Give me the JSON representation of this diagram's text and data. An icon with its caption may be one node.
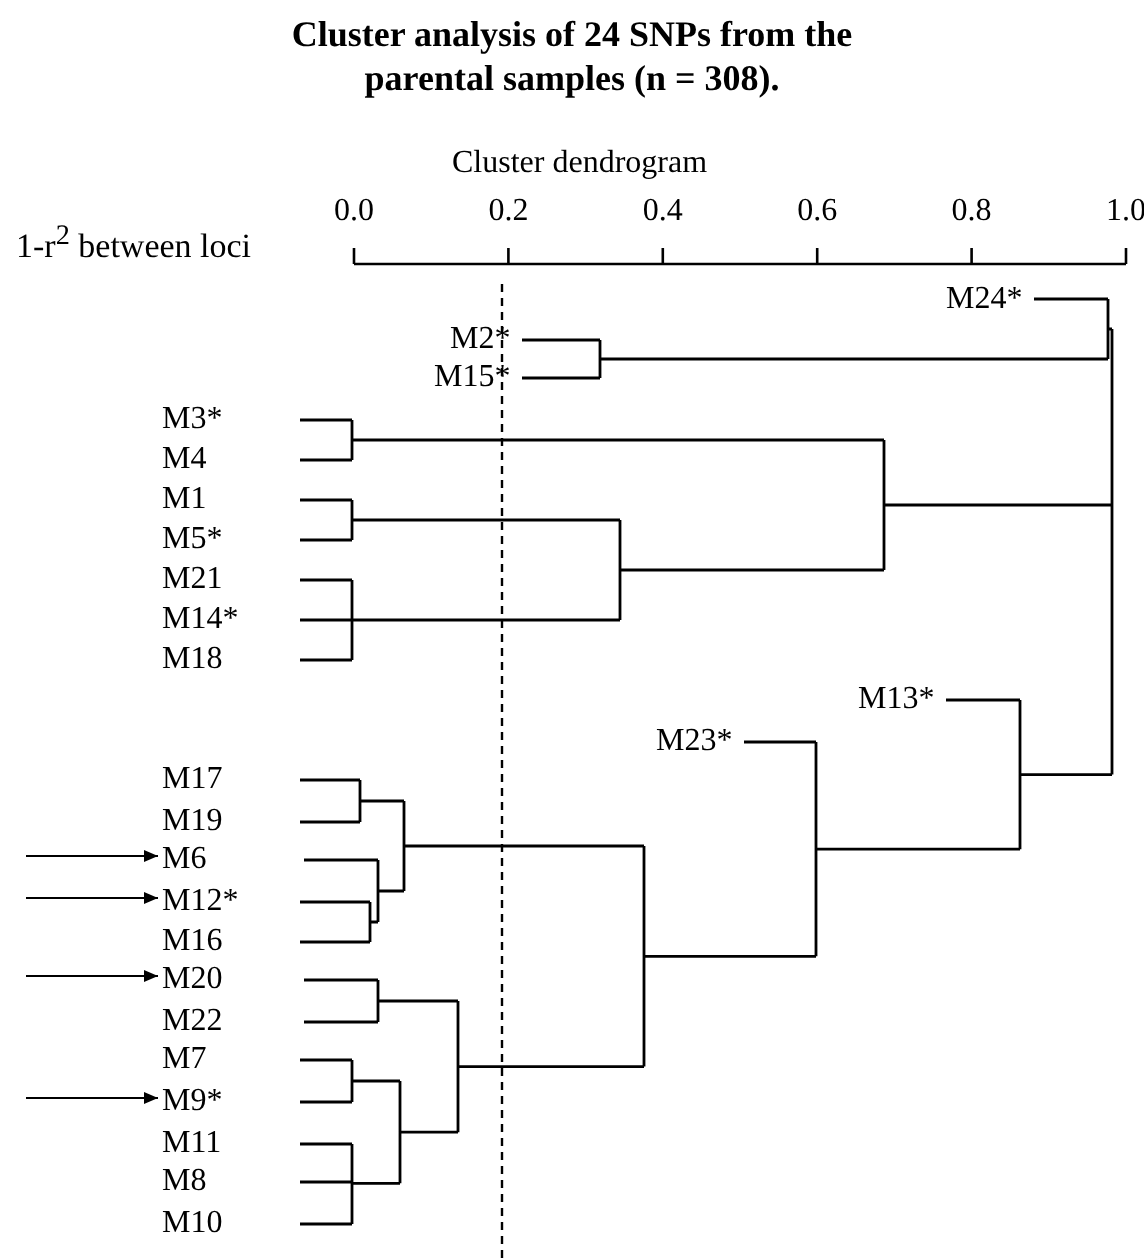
{
  "diagram": {
    "title": "Cluster analysis of 24 SNPs from the parental samples (n = 308).",
    "nodes": [
      {
        "text": [
          "M24*"
        ]
      },
      {
        "text": [
          "M2*"
        ]
      },
      {
        "text": [
          "M15*"
        ]
      },
      {
        "text": [
          "M3*"
        ]
      },
      {
        "text": [
          "M4"
        ]
      },
      {
        "text": [
          "M1"
        ]
      },
      {
        "text": [
          "M5*"
        ]
      },
      {
        "text": [
          "M21"
        ]
      },
      {
        "text": [
          "M14*"
        ]
      },
      {
        "text": [
          "M18"
        ]
      },
      {
        "text": [
          "M13*"
        ]
      },
      {
        "text": [
          "M23*"
        ]
      },
      {
        "text": [
          "M17"
        ]
      },
      {
        "text": [
          "M19"
        ]
      },
      {
        "text": [
          "M6"
        ]
      },
      {
        "text": [
          "M12*"
        ]
      },
      {
        "text": [
          "M16"
        ]
      },
      {
        "text": [
          "M20"
        ]
      },
      {
        "text": [
          "M22"
        ]
      },
      {
        "text": [
          "M7"
        ]
      },
      {
        "text": [
          "M9*"
        ]
      },
      {
        "text": [
          "M11"
        ]
      },
      {
        "text": [
          "M8"
        ]
      },
      {
        "text": [
          "M10"
        ]
      }
    ],
    "edges": [
      {
        "from": null,
        "to": 14,
        "arrow": "to"
      },
      {
        "from": null,
        "to": 15,
        "arrow": "to"
      },
      {
        "from": null,
        "to": 17,
        "arrow": "to"
      },
      {
        "from": null,
        "to": 20,
        "arrow": "to"
      }
    ],
    "labels": [
      "Cluster dendrogram",
      "1-r$^{2}$ between loci",
      "0.0",
      "0.2",
      "0.4",
      "0.6",
      "0.8",
      "1.0"
    ]
  }
}
